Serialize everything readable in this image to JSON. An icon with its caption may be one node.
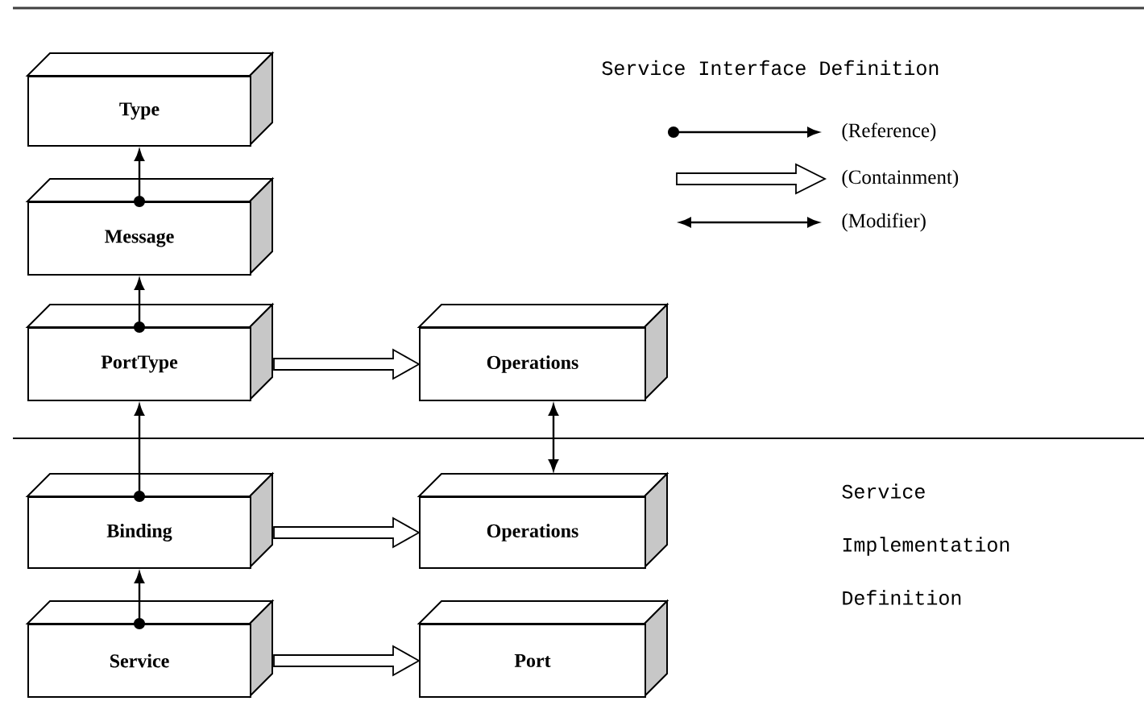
{
  "diagram": {
    "title": "Service Interface Definition",
    "nodes": [
      {
        "text": [
          "Type"
        ]
      },
      {
        "text": [
          "Message"
        ]
      },
      {
        "text": [
          "PortType"
        ]
      },
      {
        "text": [
          "Operations"
        ]
      },
      {
        "text": [
          "Binding"
        ]
      },
      {
        "text": [
          "Operations"
        ]
      },
      {
        "text": [
          "Service"
        ]
      },
      {
        "text": [
          "Port"
        ]
      }
    ],
    "edges": [
      {
        "from": 1,
        "to": 0,
        "arrow": "to"
      },
      {
        "from": 2,
        "to": 1,
        "arrow": "to"
      },
      {
        "from": 2,
        "to": 3,
        "arrow": "to",
        "style": "thick"
      },
      {
        "from": 4,
        "to": 2,
        "arrow": "to"
      },
      {
        "from": 3,
        "to": 5,
        "arrow": "both"
      },
      {
        "from": 4,
        "to": 5,
        "arrow": "to",
        "style": "thick"
      },
      {
        "from": 6,
        "to": 4,
        "arrow": "to"
      },
      {
        "from": 6,
        "to": 7,
        "arrow": "to",
        "style": "thick"
      }
    ],
    "labels": [
      "Service Implementation Definition"
    ],
    "legend": [
      {
        "text": "(Reference)"
      },
      {
        "text": "(Containment)"
      },
      {
        "text": "(Modifier)"
      }
    ]
  }
}
